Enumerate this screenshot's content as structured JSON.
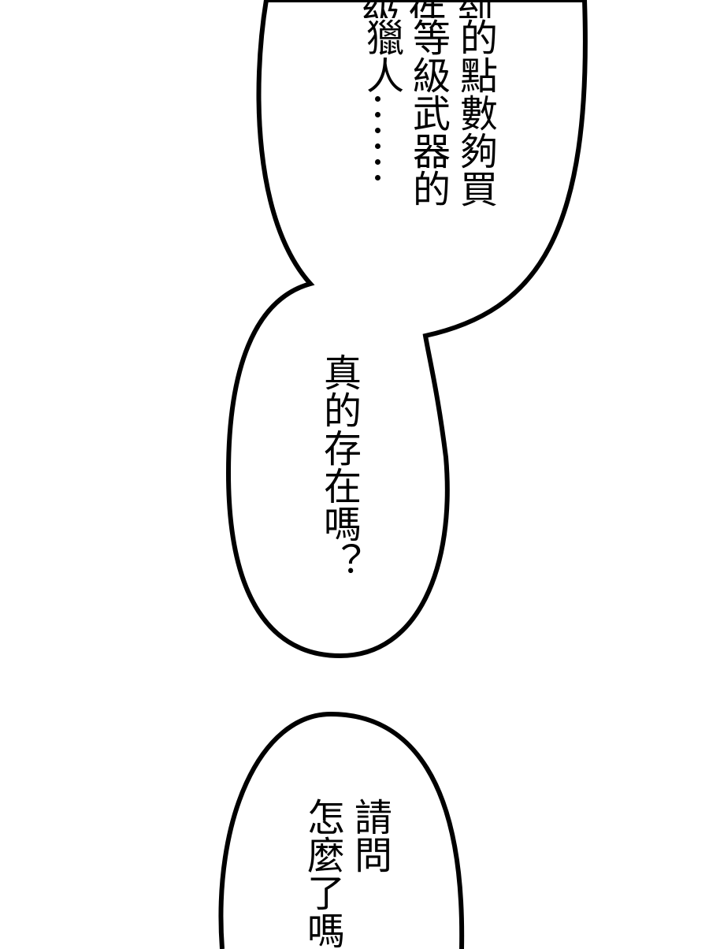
{
  "bubble1": {
    "columns": [
      "的點數夠買",
      "等級武器的",
      "獵人"
    ]
  },
  "bubble2": {
    "columns": [
      "真的存在嗎？"
    ]
  },
  "bubble3": {
    "columns": [
      "請問",
      "怎麼了嗎"
    ]
  },
  "colors": {
    "ink": "#000000",
    "paper": "#ffffff"
  }
}
